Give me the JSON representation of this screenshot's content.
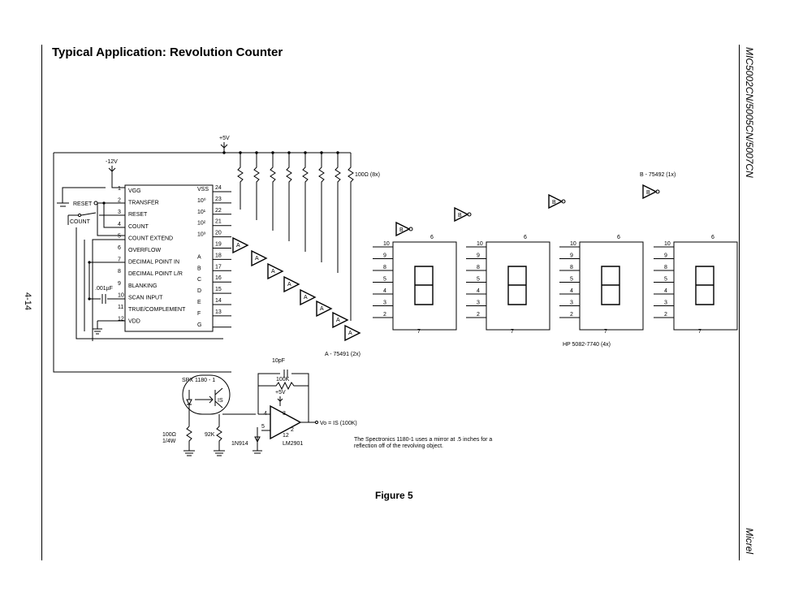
{
  "title": "Typical Application:  Revolution Counter",
  "caption": "Figure 5",
  "side_title": "MIC5002CN/5005CN/5007CN",
  "side_brand": "Micrel",
  "page_number": "4-14",
  "supplies": {
    "plus5v": "+5V",
    "minus12v": "-12V",
    "plus5v_2": "+5V"
  },
  "resistor_array": "100Ω (8x)",
  "driver_b": "B - 75492 (1x)",
  "driver_a": "A - 75491 (2x)",
  "display_part": "HP 5082-7740 (4x)",
  "switches": {
    "reset": "RESET",
    "count": "COUNT"
  },
  "ic_pins_left": [
    {
      "num": "1",
      "label": "VGG"
    },
    {
      "num": "2",
      "label": "TRANSFER"
    },
    {
      "num": "3",
      "label": "RESET"
    },
    {
      "num": "4",
      "label": "COUNT"
    },
    {
      "num": "5",
      "label": "COUNT EXTEND"
    },
    {
      "num": "6",
      "label": "OVERFLOW"
    },
    {
      "num": "7",
      "label": "DECIMAL POINT IN"
    },
    {
      "num": "8",
      "label": "DECIMAL POINT L/R"
    },
    {
      "num": "9",
      "label": "BLANKING"
    },
    {
      "num": "10",
      "label": "SCAN INPUT"
    },
    {
      "num": "11",
      "label": "TRUE/COMPLEMENT"
    },
    {
      "num": "12",
      "label": "VDD"
    }
  ],
  "ic_pins_right": [
    {
      "num": "24",
      "label": "VSS"
    },
    {
      "num": "23",
      "label": "10⁰"
    },
    {
      "num": "22",
      "label": "10¹"
    },
    {
      "num": "21",
      "label": "10²"
    },
    {
      "num": "20",
      "label": "10³"
    },
    {
      "num": "19",
      "label": ""
    },
    {
      "num": "18",
      "label": "A"
    },
    {
      "num": "17",
      "label": "B"
    },
    {
      "num": "16",
      "label": "C"
    },
    {
      "num": "15",
      "label": "D"
    },
    {
      "num": "14",
      "label": "E"
    },
    {
      "num": "13",
      "label": "F"
    },
    {
      "num": "",
      "label": "G"
    }
  ],
  "cap_scan": ".001µF",
  "display_pin_rows": [
    "10",
    "9",
    "8",
    "5",
    "4",
    "3",
    "2"
  ],
  "display_pin_bottom": "7",
  "display_pin_top": "6",
  "sensor": {
    "label": "SPX 1180 - 1",
    "current": "IS",
    "r1": "100Ω",
    "r1_power": "1/4W",
    "r2": "92K",
    "diode": "1N914",
    "feedback_cap": "10pF",
    "feedback_res": "100K",
    "opamp": "LM2901",
    "output": "Vo = IS  (100K)",
    "note_line1": "The Spectronics 1180-1 uses a mirror at .5 inches for a",
    "note_line2": "reflection off of the revolving object."
  }
}
